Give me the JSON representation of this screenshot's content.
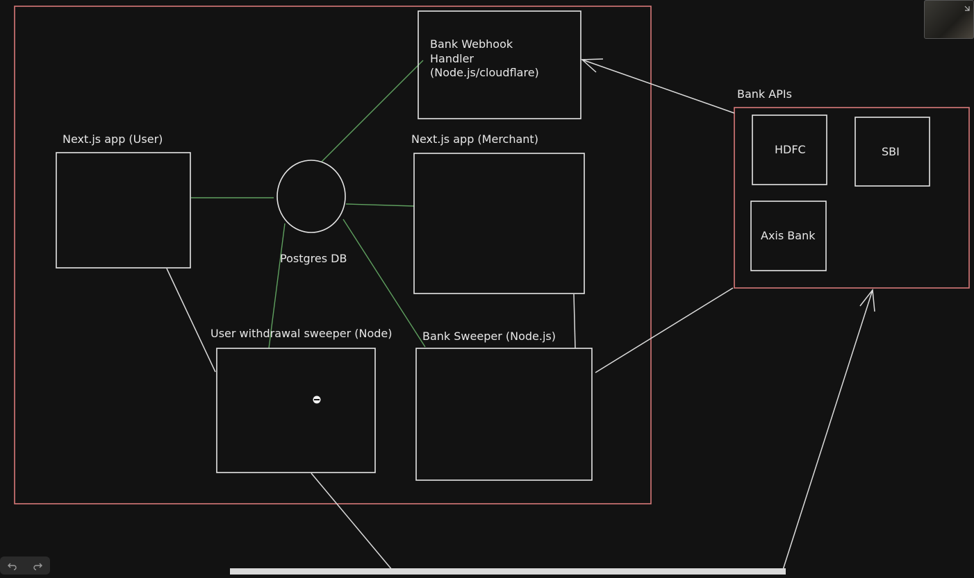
{
  "diagram": {
    "nodes": {
      "webhook": {
        "lines": [
          "Bank Webhook",
          "Handler",
          "(Node.js/cloudflare)"
        ]
      },
      "user_app": {
        "label": "Next.js app (User)"
      },
      "merchant_app": {
        "label": "Next.js app (Merchant)"
      },
      "postgres": {
        "label": "Postgres DB"
      },
      "withdrawal": {
        "label": "User withdrawal sweeper (Node)"
      },
      "bank_sweeper": {
        "label": "Bank Sweeper (Node.js)"
      },
      "bank_apis": {
        "label": "Bank APIs"
      },
      "hdfc": {
        "label": "HDFC"
      },
      "sbi": {
        "label": "SBI"
      },
      "axis": {
        "label": "Axis Bank"
      }
    },
    "colors": {
      "background": "#121212",
      "group_border": "#d97a7a",
      "box_border": "#e6e6e6",
      "db_connection": "#5fa05f"
    }
  },
  "toolbar": {
    "undo_icon": "undo-icon",
    "redo_icon": "redo-icon"
  }
}
